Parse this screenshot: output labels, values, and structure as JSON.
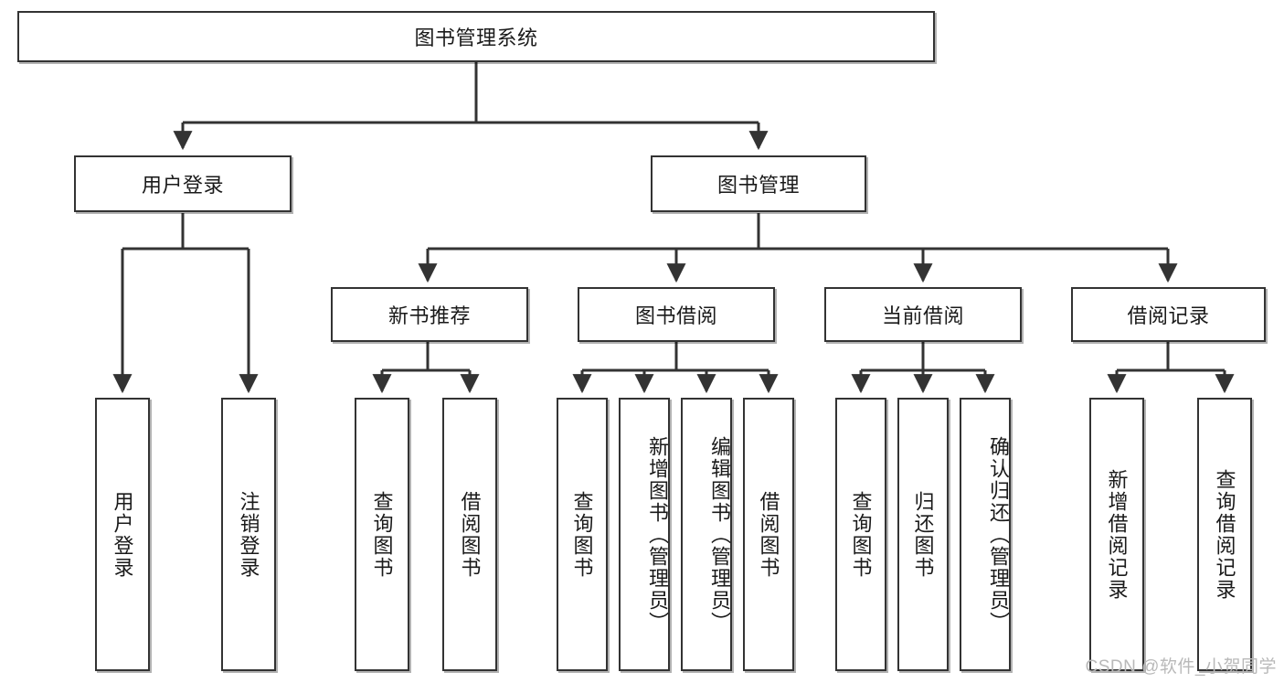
{
  "diagram": {
    "type": "tree",
    "title": "图书管理系统",
    "colors": {
      "node_border": "#333333",
      "node_fill": "#ffffff",
      "connector": "#333333",
      "text": "#1a1a1a",
      "watermark": "#b9b9b9"
    },
    "root": {
      "id": "root",
      "label": "图书管理系统"
    },
    "level2": [
      {
        "id": "user-login",
        "label": "用户登录"
      },
      {
        "id": "book-manage",
        "label": "图书管理"
      }
    ],
    "level3": [
      {
        "id": "new-book-recommend",
        "label": "新书推荐",
        "parent": "book-manage"
      },
      {
        "id": "book-borrow",
        "label": "图书借阅",
        "parent": "book-manage"
      },
      {
        "id": "current-borrow",
        "label": "当前借阅",
        "parent": "book-manage"
      },
      {
        "id": "borrow-record",
        "label": "借阅记录",
        "parent": "book-manage"
      }
    ],
    "leaves": {
      "user-login": [
        {
          "id": "leaf-user-login",
          "label": "用户登录"
        },
        {
          "id": "leaf-user-logout",
          "label": "注销登录"
        }
      ],
      "new-book-recommend": [
        {
          "id": "leaf-query-book-1",
          "label": "查询图书"
        },
        {
          "id": "leaf-borrow-book-1",
          "label": "借阅图书"
        }
      ],
      "book-borrow": [
        {
          "id": "leaf-query-book-2",
          "label": "查询图书"
        },
        {
          "id": "leaf-add-book",
          "label": "新增图书（管理员）"
        },
        {
          "id": "leaf-edit-book",
          "label": "编辑图书（管理员）"
        },
        {
          "id": "leaf-borrow-book-2",
          "label": "借阅图书"
        }
      ],
      "current-borrow": [
        {
          "id": "leaf-query-book-3",
          "label": "查询图书"
        },
        {
          "id": "leaf-return-book",
          "label": "归还图书"
        },
        {
          "id": "leaf-confirm-return",
          "label": "确认归还（管理员）"
        }
      ],
      "borrow-record": [
        {
          "id": "leaf-add-record",
          "label": "新增借阅记录"
        },
        {
          "id": "leaf-query-record",
          "label": "查询借阅记录"
        }
      ]
    }
  },
  "watermark": {
    "text": "CSDN @软件_小贺同学"
  }
}
